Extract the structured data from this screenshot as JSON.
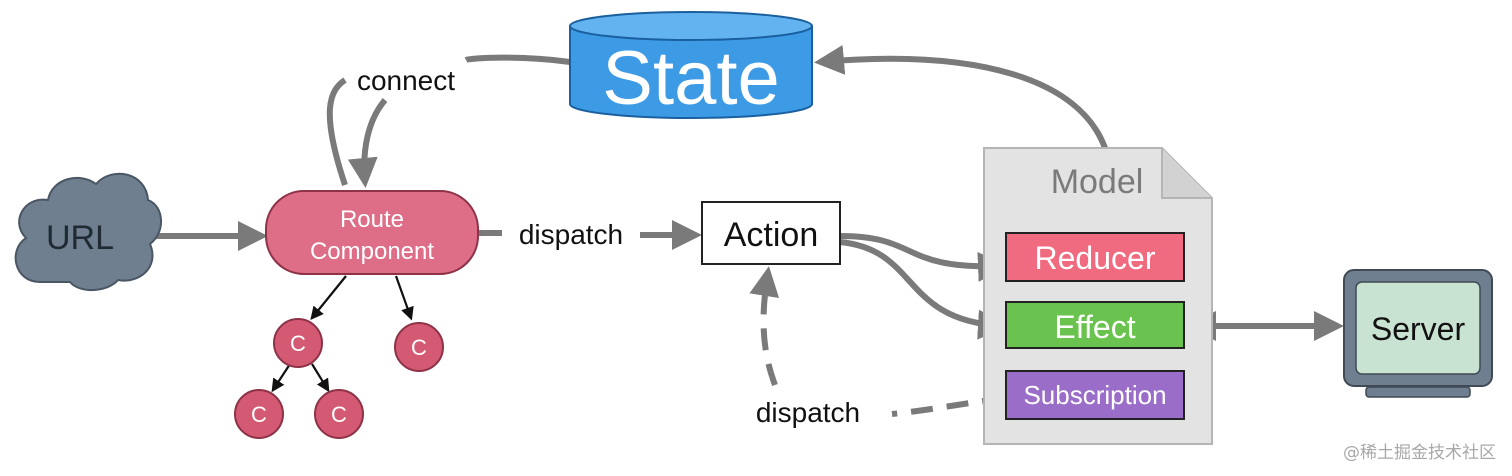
{
  "nodes": {
    "state": "State",
    "url": "URL",
    "route_component": [
      "Route",
      "Component"
    ],
    "child_component": "C",
    "action": "Action",
    "model": "Model",
    "reducer": "Reducer",
    "effect": "Effect",
    "subscription": "Subscription",
    "server": "Server"
  },
  "edges": {
    "connect": "connect",
    "dispatch_route": "dispatch",
    "dispatch_subscription": "dispatch"
  },
  "watermark": "@稀土掘金技术社区",
  "colors": {
    "state": "#3d9be6",
    "url_cloud": "#6f7f8f",
    "route_component": "#de6d87",
    "child_component": "#d45a74",
    "reducer": "#f06b80",
    "effect": "#6ac34e",
    "subscription": "#9a6dc8",
    "model_doc": "#e3e3e3",
    "server_screen": "#c8e3d2",
    "arrow": "#7a7a7a"
  }
}
